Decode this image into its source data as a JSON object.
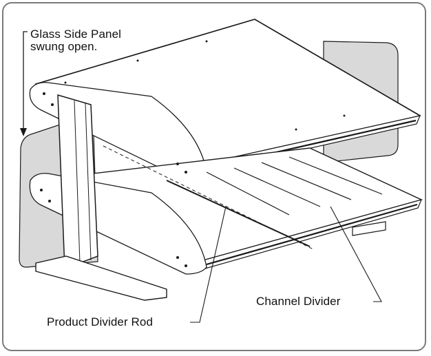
{
  "callouts": {
    "glass_side_panel_line1": "Glass Side Panel",
    "glass_side_panel_line2": "swung open.",
    "channel_divider": "Channel Divider",
    "product_divider_rod": "Product Divider Rod"
  },
  "colors": {
    "frame_border": "#7a7a7a",
    "line": "#1a1a1a",
    "glass_panel_fill": "#d9d9d9",
    "shelf_fill": "#ffffff"
  }
}
